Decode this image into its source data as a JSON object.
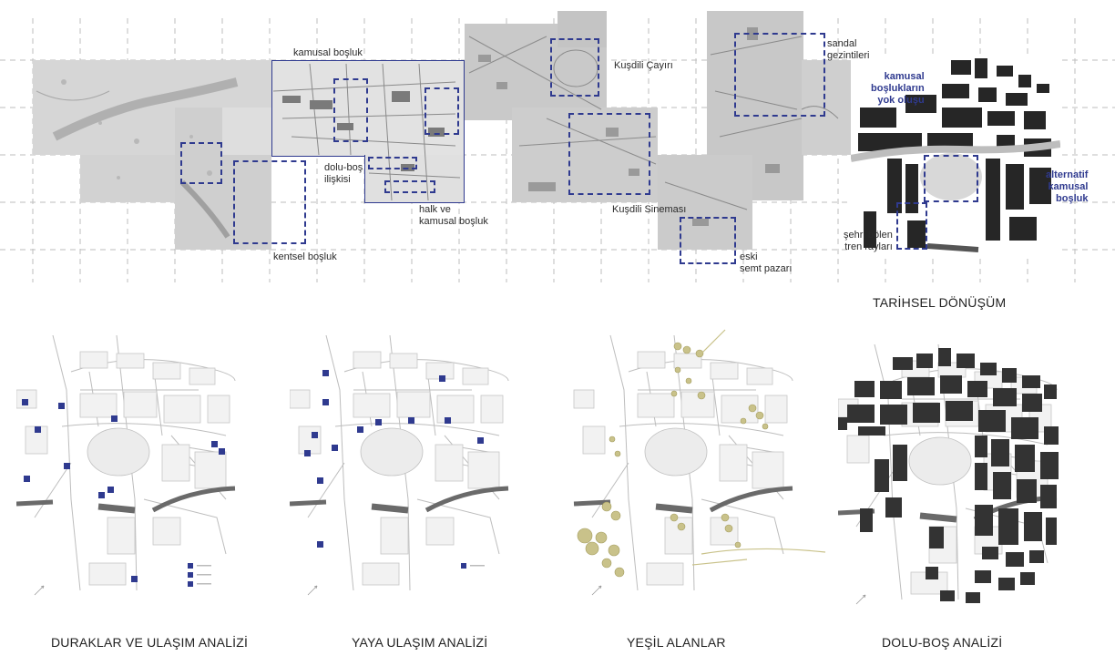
{
  "annotations": {
    "kamusal_bosluk": "kamusal boşluk",
    "dolu_bos": "dolu-boş\nilişkisi",
    "halk_ve_kamusal": "halk ve\nkamusal boşluk",
    "kentsel_bosluk": "kentsel boşluk",
    "kusdili_cayiri": "Kuşdili Çayırı",
    "kusdili_sinemasi": "Kuşdili Sineması",
    "sandal": "sandal\ngezintileri",
    "eski_semt": "eski\nsemt pazarı",
    "kamusal_yok": "kamusal\nboşlukların\nyok oluşu",
    "alternatif": "alternatif\nkamusal\nboşluk",
    "sehri_bolen": "şehri bölen\ntren rayları"
  },
  "titles": {
    "tarihsel": "TARİHSEL DÖNÜŞÜM",
    "duraklar": "DURAKLAR VE ULAŞIM ANALİZİ",
    "yaya": "YAYA ULAŞIM ANALİZİ",
    "yesil": "YEŞİL ALANLAR",
    "dolu_bos": "DOLU-BOŞ ANALİZİ"
  },
  "colors": {
    "accent": "#2f3a8f",
    "map_bg": "#d9d9d9",
    "green": "#c9c28a",
    "dark": "#333333",
    "rail": "#6a6a6a"
  },
  "icons": [
    "bus-stop-icon",
    "pedestrian-icon",
    "north-arrow-icon"
  ]
}
